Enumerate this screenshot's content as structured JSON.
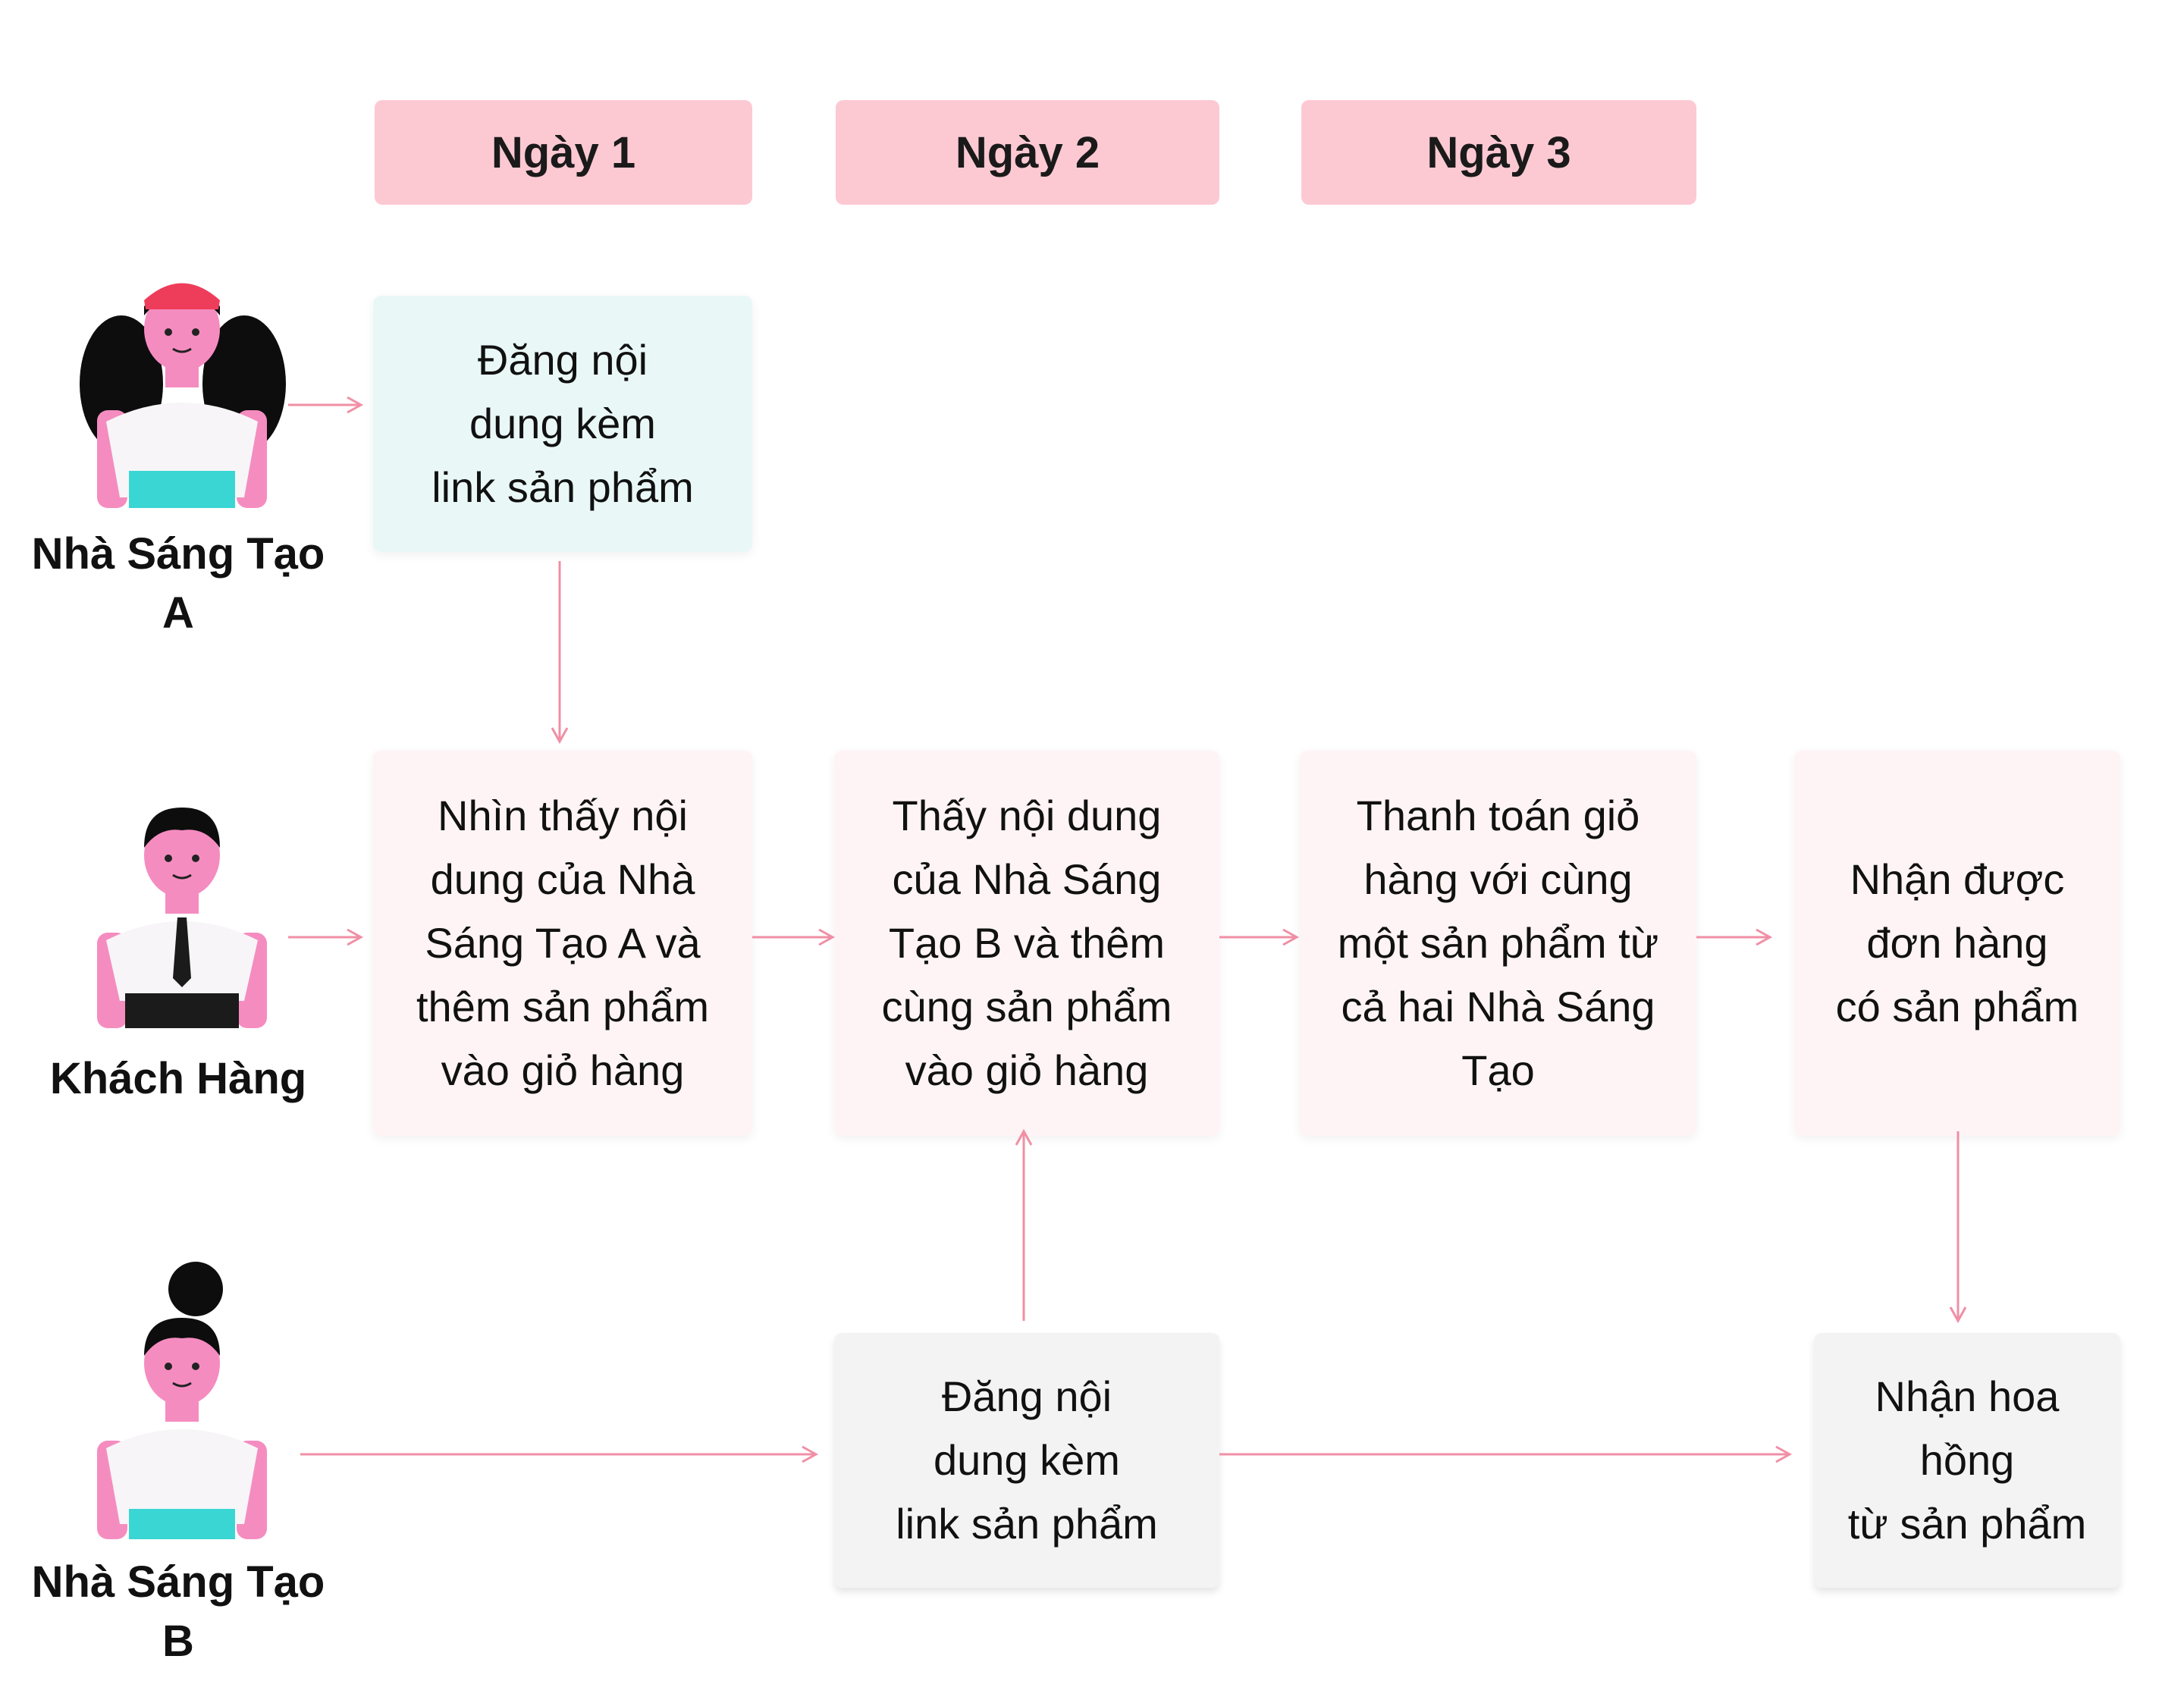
{
  "colors": {
    "day_header": "#fcc9d3",
    "creator_a_box": "#e9f8f7",
    "customer_box": "#fff4f5",
    "creator_b_box": "#f3f3f3",
    "arrow": "#f08fa5"
  },
  "days": [
    "Ngày 1",
    "Ngày 2",
    "Ngày 3"
  ],
  "actors": {
    "creator_a": {
      "name_line1": "Nhà Sáng Tạo",
      "name_line2": "A",
      "icon": "woman-red-cap-avatar"
    },
    "customer": {
      "name_line1": "Khách Hàng",
      "icon": "man-tie-avatar"
    },
    "creator_b": {
      "name_line1": "Nhà Sáng Tạo",
      "name_line2": "B",
      "icon": "woman-bun-avatar"
    }
  },
  "steps": {
    "a_post": [
      "Đăng nội",
      "dung kèm",
      "link sản phẩm"
    ],
    "c_see_a": [
      "Nhìn thấy nội",
      "dung của Nhà",
      "Sáng Tạo A và",
      "thêm sản phẩm",
      "vào giỏ hàng"
    ],
    "c_see_b": [
      "Thấy nội dung",
      "của Nhà Sáng",
      "Tạo B và thêm",
      "cùng sản phẩm",
      "vào giỏ hàng"
    ],
    "c_pay": [
      "Thanh toán giỏ",
      "hàng với cùng",
      "một sản phẩm từ",
      "cả hai Nhà Sáng",
      "Tạo"
    ],
    "c_receive": [
      "Nhận được",
      "đơn hàng",
      "có sản phẩm"
    ],
    "b_post": [
      "Đăng nội",
      "dung kèm",
      "link sản phẩm"
    ],
    "b_rose": [
      "Nhận hoa",
      "hồng",
      "từ sản phẩm"
    ]
  }
}
